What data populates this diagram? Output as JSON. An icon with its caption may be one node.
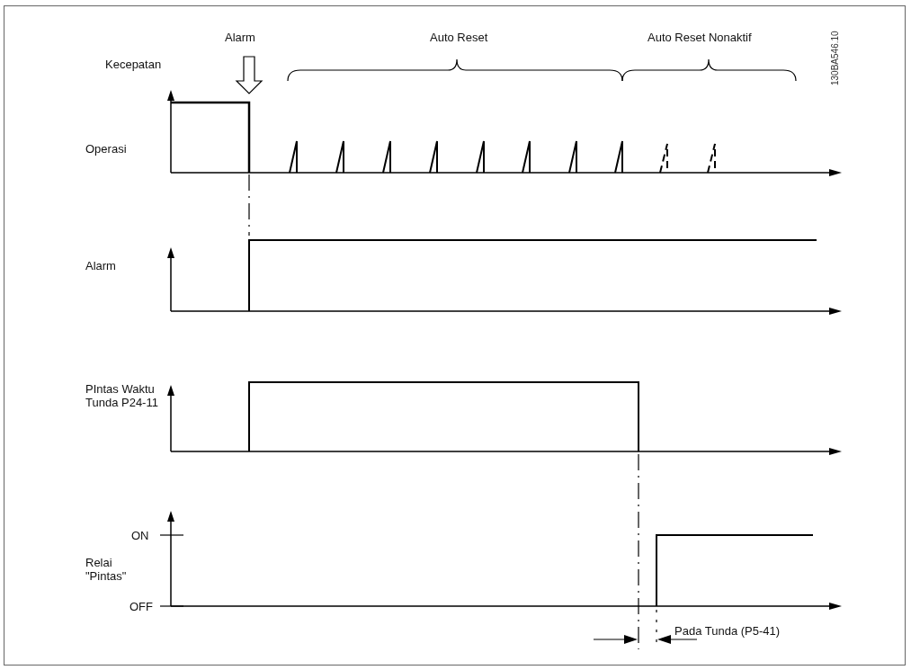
{
  "diagram": {
    "labels": [
      "Alarm",
      "Auto Reset",
      "Auto Reset Nonaktif",
      "130BA546.10",
      "Kecepatan",
      "Operasi",
      "Alarm",
      "PIntas Waktu Tunda P24-11",
      "ON",
      "Relai \"Pintas\"",
      "OFF",
      "Pada Tunda (P5-41)"
    ]
  }
}
